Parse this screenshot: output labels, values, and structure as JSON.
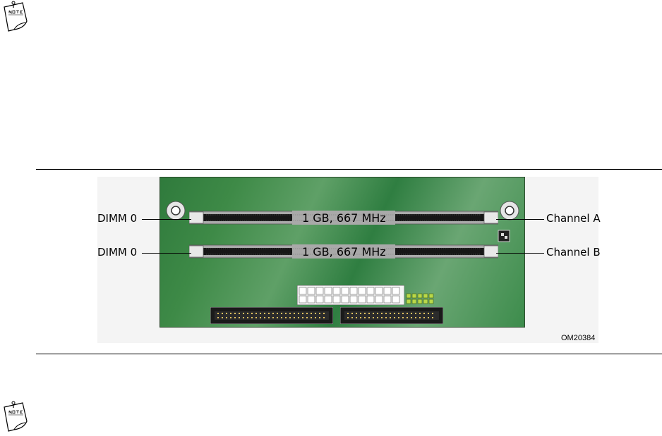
{
  "figure": {
    "slot_a": {
      "callout_left": "DIMM 0",
      "label": "1 GB, 667 MHz",
      "callout_right": "Channel A"
    },
    "slot_b": {
      "callout_left": "DIMM 0",
      "label": "1 GB, 667 MHz",
      "callout_right": "Channel B"
    },
    "figure_id": "OM20384"
  },
  "icons": {
    "note_icon": "note-icon"
  },
  "colors": {
    "board_green": "#3e8a47",
    "slot_black": "#161616",
    "rule": "#000000"
  }
}
